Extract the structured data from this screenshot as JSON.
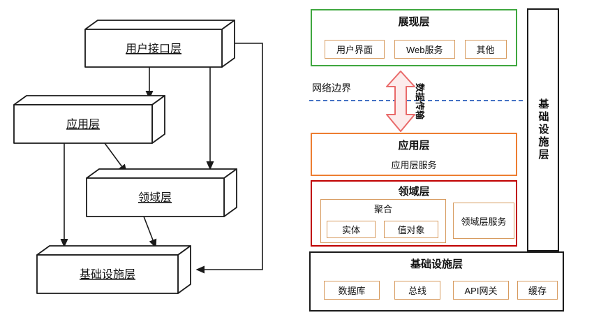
{
  "colors": {
    "ink": "#1a1a1a",
    "green": "#3fa73f",
    "orange": "#ED7D31",
    "red": "#C00000",
    "blue": "#4472C4",
    "tan": "#D79B5F",
    "arrow-red": "#E96A6A",
    "arrow-fill": "#FCECEC"
  },
  "left_diagram": {
    "layers": [
      {
        "label": "用户接口层"
      },
      {
        "label": "应用层"
      },
      {
        "label": "领域层"
      },
      {
        "label": "基础设施层"
      }
    ]
  },
  "right_diagram": {
    "presentation_layer": {
      "title": "展现层",
      "items": [
        "用户界面",
        "Web服务",
        "其他"
      ]
    },
    "network_boundary": {
      "label": "网络边界",
      "arrow_label": "数据传输"
    },
    "application_layer": {
      "title": "应用层",
      "content": "应用层服务"
    },
    "domain_layer": {
      "title": "领域层",
      "aggregate": {
        "title": "聚合",
        "items": [
          "实体",
          "值对象"
        ]
      },
      "service": "领域层服务"
    },
    "infrastructure_layer": {
      "title": "基础设施层",
      "items": [
        "数据库",
        "总线",
        "API网关",
        "缓存"
      ]
    },
    "infrastructure_sidebar": {
      "title": "基础设施层"
    }
  }
}
